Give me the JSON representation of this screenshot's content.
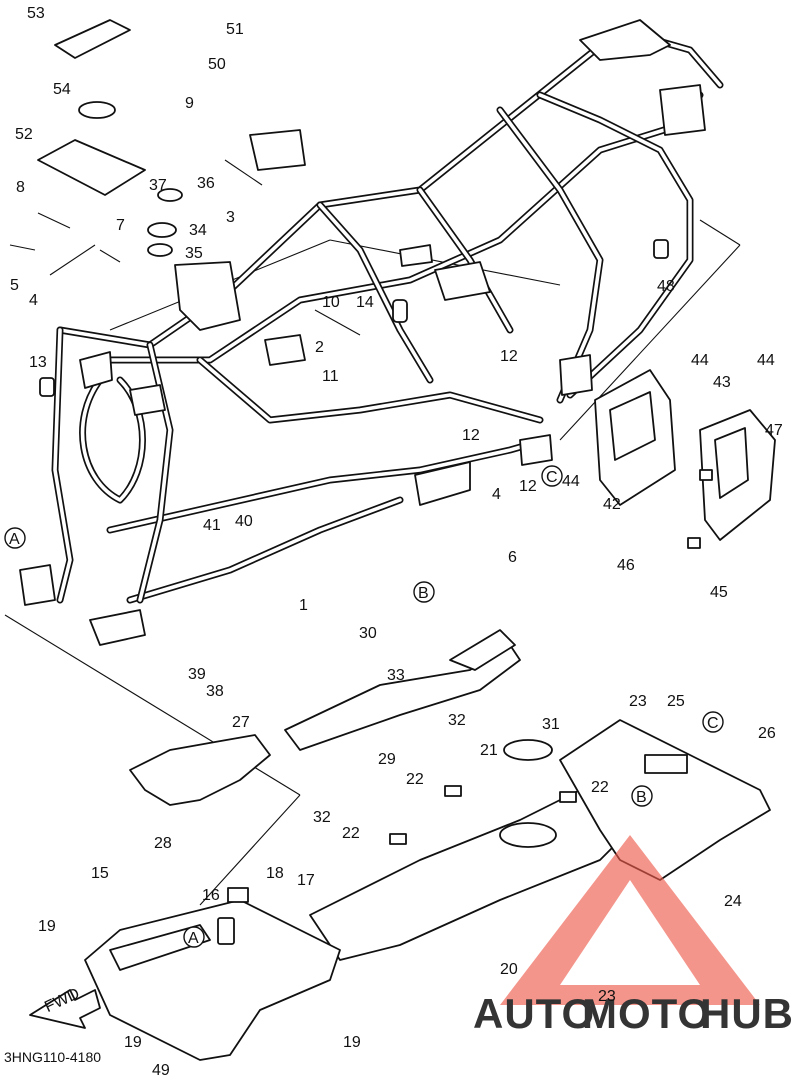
{
  "diagram": {
    "drawing_code": "3HNG110-4180",
    "fwd_label": "FWD",
    "callouts": [
      "A",
      "B",
      "C"
    ],
    "part_numbers": [
      "1",
      "2",
      "3",
      "4",
      "5",
      "6",
      "7",
      "8",
      "9",
      "10",
      "11",
      "12",
      "13",
      "14",
      "15",
      "16",
      "17",
      "18",
      "19",
      "20",
      "21",
      "22",
      "23",
      "24",
      "25",
      "26",
      "27",
      "28",
      "29",
      "30",
      "31",
      "32",
      "33",
      "34",
      "35",
      "36",
      "37",
      "38",
      "39",
      "40",
      "41",
      "42",
      "43",
      "44",
      "45",
      "46",
      "47",
      "48",
      "49",
      "50",
      "51",
      "52",
      "53",
      "54"
    ]
  },
  "watermark": {
    "brand_part1": "AUTO",
    "brand_part2": "MOTO",
    "brand_part3": "HUB",
    "colors": {
      "auto": "#f2c46d",
      "moto": "#ee6b5a",
      "hub": "#8c8c8c",
      "triangle": "#ee5a4a"
    }
  }
}
